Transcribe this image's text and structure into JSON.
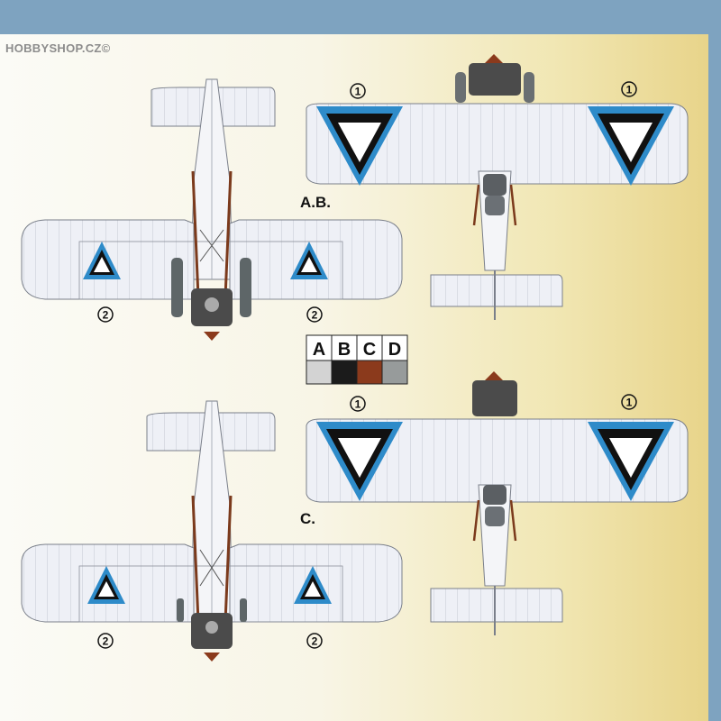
{
  "watermark": "HOBBYSHOP.CZ©",
  "views": [
    {
      "label": "A.B.",
      "upper_marker": "1",
      "lower_marker": "2"
    },
    {
      "label": "C.",
      "upper_marker": "1",
      "lower_marker": "2"
    }
  ],
  "color_chart": [
    {
      "letter": "A",
      "hex": "#d3d3d3"
    },
    {
      "letter": "B",
      "hex": "#1b1b1b"
    },
    {
      "letter": "C",
      "hex": "#8b3a1c"
    },
    {
      "letter": "D",
      "hex": "#979b9b"
    }
  ],
  "colors": {
    "roundel_blue": "#2e8bc9",
    "roundel_black": "#111111",
    "roundel_white": "#ffffff",
    "wing_fabric": "#eef0f6",
    "background_left": "#fbfbf6",
    "background_right": "#e8d48a",
    "frame_blue": "#7ea3c0"
  }
}
